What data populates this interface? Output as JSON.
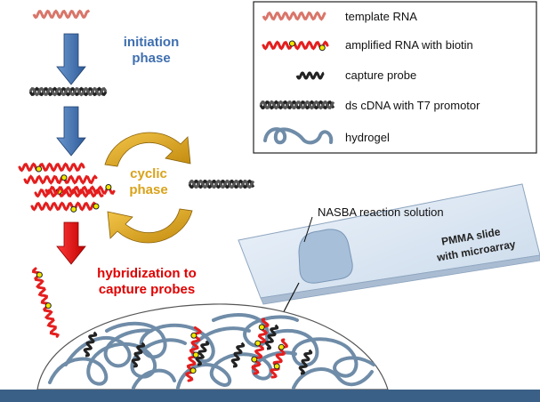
{
  "legend": {
    "items": [
      {
        "label": "template RNA"
      },
      {
        "label": "amplified RNA with biotin"
      },
      {
        "label": "capture probe"
      },
      {
        "label": "ds cDNA with T7 promotor"
      },
      {
        "label": "hydrogel"
      }
    ]
  },
  "phases": {
    "initiation_line1": "initiation",
    "initiation_line2": "phase",
    "cyclic_line1": "cyclic",
    "cyclic_line2": "phase",
    "hybridization_line1": "hybridization to",
    "hybridization_line2": "capture probes"
  },
  "slide": {
    "reaction_label": "NASBA reaction solution",
    "slide_line1": "PMMA slide",
    "slide_line2": "with microarray"
  },
  "colors": {
    "template_rna": "#d9756a",
    "amplified_rna": "#e41e1e",
    "biotin": "#f2e600",
    "capture_probe": "#222222",
    "initiation_blue": "#3f6fb0",
    "cyclic_gold": "#d9a21a",
    "hybridization_red": "#e00000",
    "hydrogel": "#6f8ca8",
    "base": "#3b6087"
  }
}
